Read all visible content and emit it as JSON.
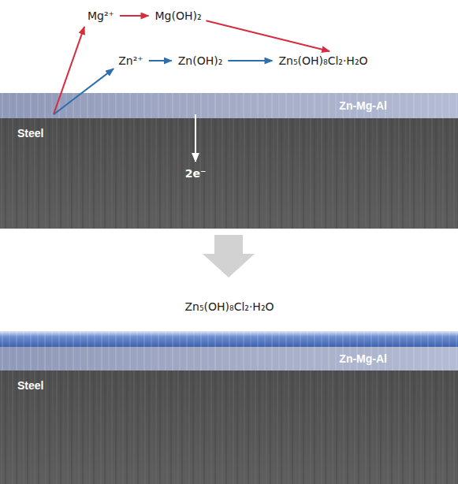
{
  "diagram": {
    "nodes": [
      {
        "text": [
          "Mg²⁺"
        ]
      },
      {
        "text": [
          "Mg(OH)₂"
        ]
      },
      {
        "text": [
          "Zn²⁺"
        ]
      },
      {
        "text": [
          "Zn(OH)₂"
        ]
      },
      {
        "text": [
          "Zn₅(OH)₈Cl₂·H₂O"
        ]
      },
      {
        "text": [
          "Zn-Mg-Al"
        ]
      },
      {
        "text": [
          "Steel"
        ]
      },
      {
        "text": [
          "Zn-Mg-Al"
        ]
      },
      {
        "text": [
          "Steel"
        ]
      }
    ],
    "edges": [
      {
        "from": 0,
        "to": 1,
        "arrow": "to"
      },
      {
        "from": 2,
        "to": 3,
        "arrow": "to"
      },
      {
        "from": 3,
        "to": 4,
        "arrow": "to"
      },
      {
        "from": 1,
        "to": 4,
        "arrow": "to"
      },
      {
        "from": 5,
        "to": 0,
        "arrow": "to"
      },
      {
        "from": 5,
        "to": 2,
        "arrow": "to"
      },
      {
        "from": 5,
        "to": 6,
        "label": "2e⁻",
        "arrow": "to"
      }
    ],
    "labels": [
      "Zn₅(OH)₈Cl₂·H₂O"
    ]
  }
}
